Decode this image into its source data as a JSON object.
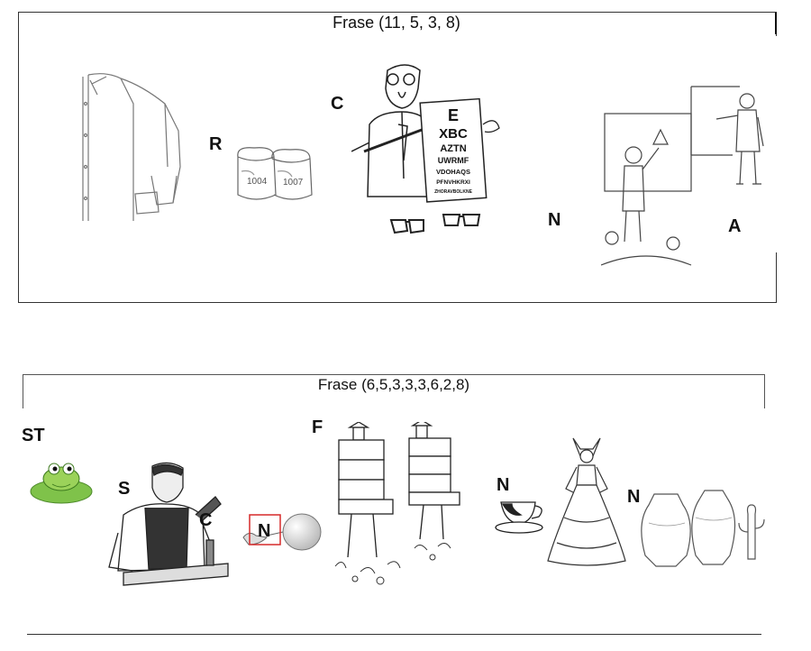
{
  "panel1": {
    "caption": "Frase (11, 5, 3, 8)",
    "letters": {
      "r": "R",
      "c": "C",
      "n": "N",
      "a": "A"
    },
    "eye_chart": {
      "l1": "E",
      "l2": "XBC",
      "l3": "AZTN",
      "l4": "UWRMF",
      "l5": "VDOHAQS",
      "l6": "PFNVHKRXI",
      "l7": "ZHORAVBOLKNE"
    },
    "jar_labels": [
      "1004",
      "1007"
    ]
  },
  "panel2": {
    "caption": "Frase (6,5,3,3,3,6,2,8)",
    "letters": {
      "st": "ST",
      "s": "S",
      "c": "C",
      "n_box": "N",
      "f": "F",
      "n_cup": "N",
      "n_vases": "N"
    }
  }
}
